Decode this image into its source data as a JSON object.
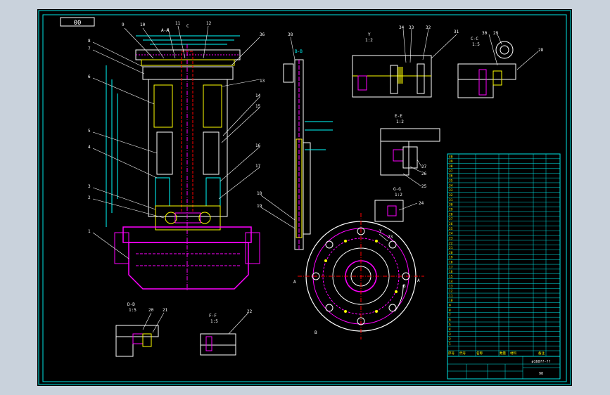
{
  "top_code": "00",
  "assembly_labels": [
    "9",
    "10",
    "A-A",
    "11",
    "C",
    "12",
    "36",
    "8",
    "7",
    "6",
    "13",
    "14",
    "15",
    "5",
    "4",
    "16",
    "17",
    "3",
    "2",
    "1"
  ],
  "section_b": {
    "title": "B-B",
    "callouts": [
      "38",
      "18",
      "19"
    ]
  },
  "detail_y": {
    "title": "Y",
    "scale": "1:2",
    "callouts": [
      "34",
      "33",
      "32",
      "31"
    ]
  },
  "detail_cc": {
    "title": "C-C",
    "scale": "1:5",
    "callouts": [
      "30",
      "29",
      "28"
    ]
  },
  "detail_ee": {
    "title": "E-E",
    "scale": "1:2",
    "callouts": [
      "27",
      "26",
      "25"
    ]
  },
  "detail_gg": {
    "title": "G-G",
    "scale": "1:2",
    "callouts": [
      "24"
    ]
  },
  "detail_dd": {
    "title": "D-D",
    "scale": "1:5",
    "callouts": [
      "20",
      "21"
    ]
  },
  "detail_ff": {
    "title": "F-F",
    "scale": "1:5",
    "callouts": [
      "22"
    ]
  },
  "plan_view": {
    "callouts": [
      "23",
      "Y",
      "A",
      "B",
      "B",
      "A"
    ]
  },
  "bom": {
    "header": [
      "序号",
      "代号",
      "名称",
      "数量",
      "材料",
      "备注"
    ],
    "row_ids": [
      "40",
      "39",
      "38",
      "37",
      "36",
      "35",
      "34",
      "33",
      "32",
      "31",
      "30",
      "29",
      "28",
      "27",
      "26",
      "25",
      "24",
      "23",
      "22",
      "21",
      "20",
      "19",
      "18",
      "17",
      "16",
      "15",
      "14",
      "13",
      "12",
      "11",
      "10",
      "9",
      "8",
      "7",
      "6",
      "5",
      "4",
      "3",
      "2",
      "1"
    ]
  },
  "title_block": {
    "drawing_name": "ø160??-??",
    "sheet": "90"
  },
  "colors": {
    "border": "#00e5e5",
    "table": "#00e5e5",
    "part": "#ff00ff",
    "text": "#ffff00",
    "line": "#ffffff",
    "hatch": "#00ffff",
    "accent": "#ff6600"
  }
}
